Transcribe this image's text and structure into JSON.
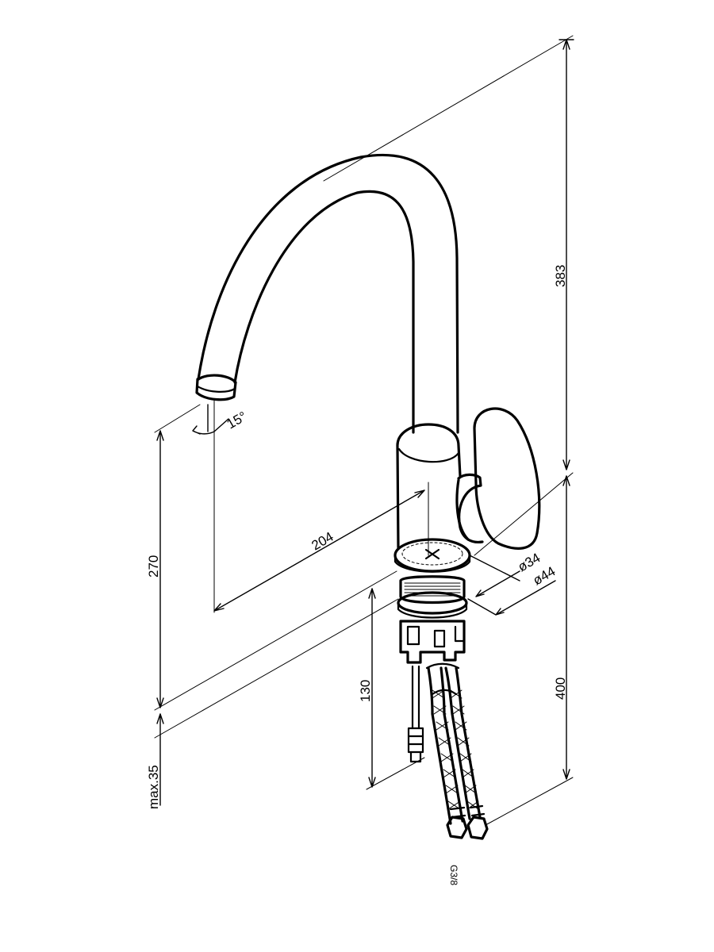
{
  "dimensions": {
    "height_total": "383",
    "spout_height": "270",
    "spout_reach": "204",
    "max_deck": "max.35",
    "shank_length": "130",
    "hose_length": "400",
    "swivel_angle": "15°",
    "base_diameter_inner": "ø34",
    "base_diameter_outer": "ø44",
    "connection": "G3/8"
  },
  "colors": {
    "line": "#000000",
    "background": "#ffffff"
  }
}
